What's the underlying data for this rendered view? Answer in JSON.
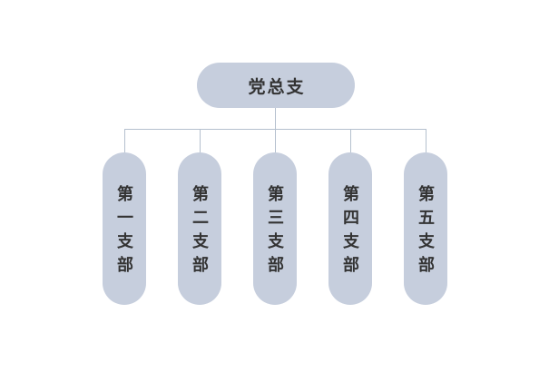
{
  "diagram": {
    "type": "org-chart",
    "root": {
      "label": "党总支"
    },
    "branches": [
      {
        "label": "第一支部"
      },
      {
        "label": "第二支部"
      },
      {
        "label": "第三支部"
      },
      {
        "label": "第四支部"
      },
      {
        "label": "第五支部"
      }
    ],
    "colors": {
      "node_fill": "#c6cedd",
      "connector": "#b4c0ce",
      "text": "#333333",
      "background": "#ffffff"
    }
  }
}
